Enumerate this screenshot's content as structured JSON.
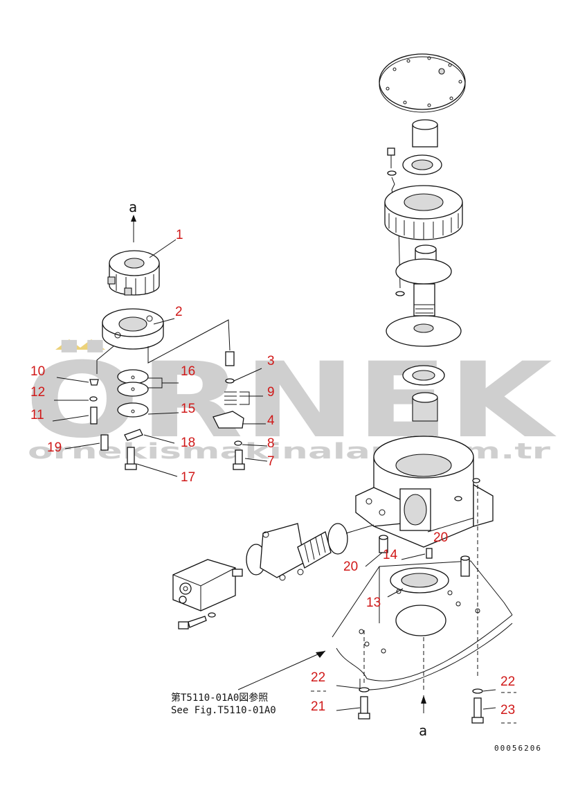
{
  "watermark": {
    "brand": "ÖRNEK",
    "url": "ornekismakinalari.com.tr"
  },
  "reference": {
    "line_jp": "第T5110-01A0図参照",
    "line_en": "See Fig.T5110-01A0"
  },
  "drawing_number": "00056206",
  "arrow_label": "a",
  "callouts": [
    {
      "id": "c1",
      "label": "1"
    },
    {
      "id": "c2",
      "label": "2"
    },
    {
      "id": "c3",
      "label": "3"
    },
    {
      "id": "c4",
      "label": "4"
    },
    {
      "id": "c7",
      "label": "7"
    },
    {
      "id": "c8",
      "label": "8"
    },
    {
      "id": "c9",
      "label": "9"
    },
    {
      "id": "c10",
      "label": "10"
    },
    {
      "id": "c11",
      "label": "11"
    },
    {
      "id": "c12",
      "label": "12"
    },
    {
      "id": "c13",
      "label": "13"
    },
    {
      "id": "c14",
      "label": "14"
    },
    {
      "id": "c15",
      "label": "15"
    },
    {
      "id": "c16",
      "label": "16"
    },
    {
      "id": "c17",
      "label": "17"
    },
    {
      "id": "c18",
      "label": "18"
    },
    {
      "id": "c19",
      "label": "19"
    },
    {
      "id": "c20a",
      "label": "20"
    },
    {
      "id": "c20b",
      "label": "20"
    },
    {
      "id": "c21",
      "label": "21"
    },
    {
      "id": "c22a",
      "label": "22"
    },
    {
      "id": "c22b",
      "label": "22"
    },
    {
      "id": "c23",
      "label": "23"
    }
  ]
}
